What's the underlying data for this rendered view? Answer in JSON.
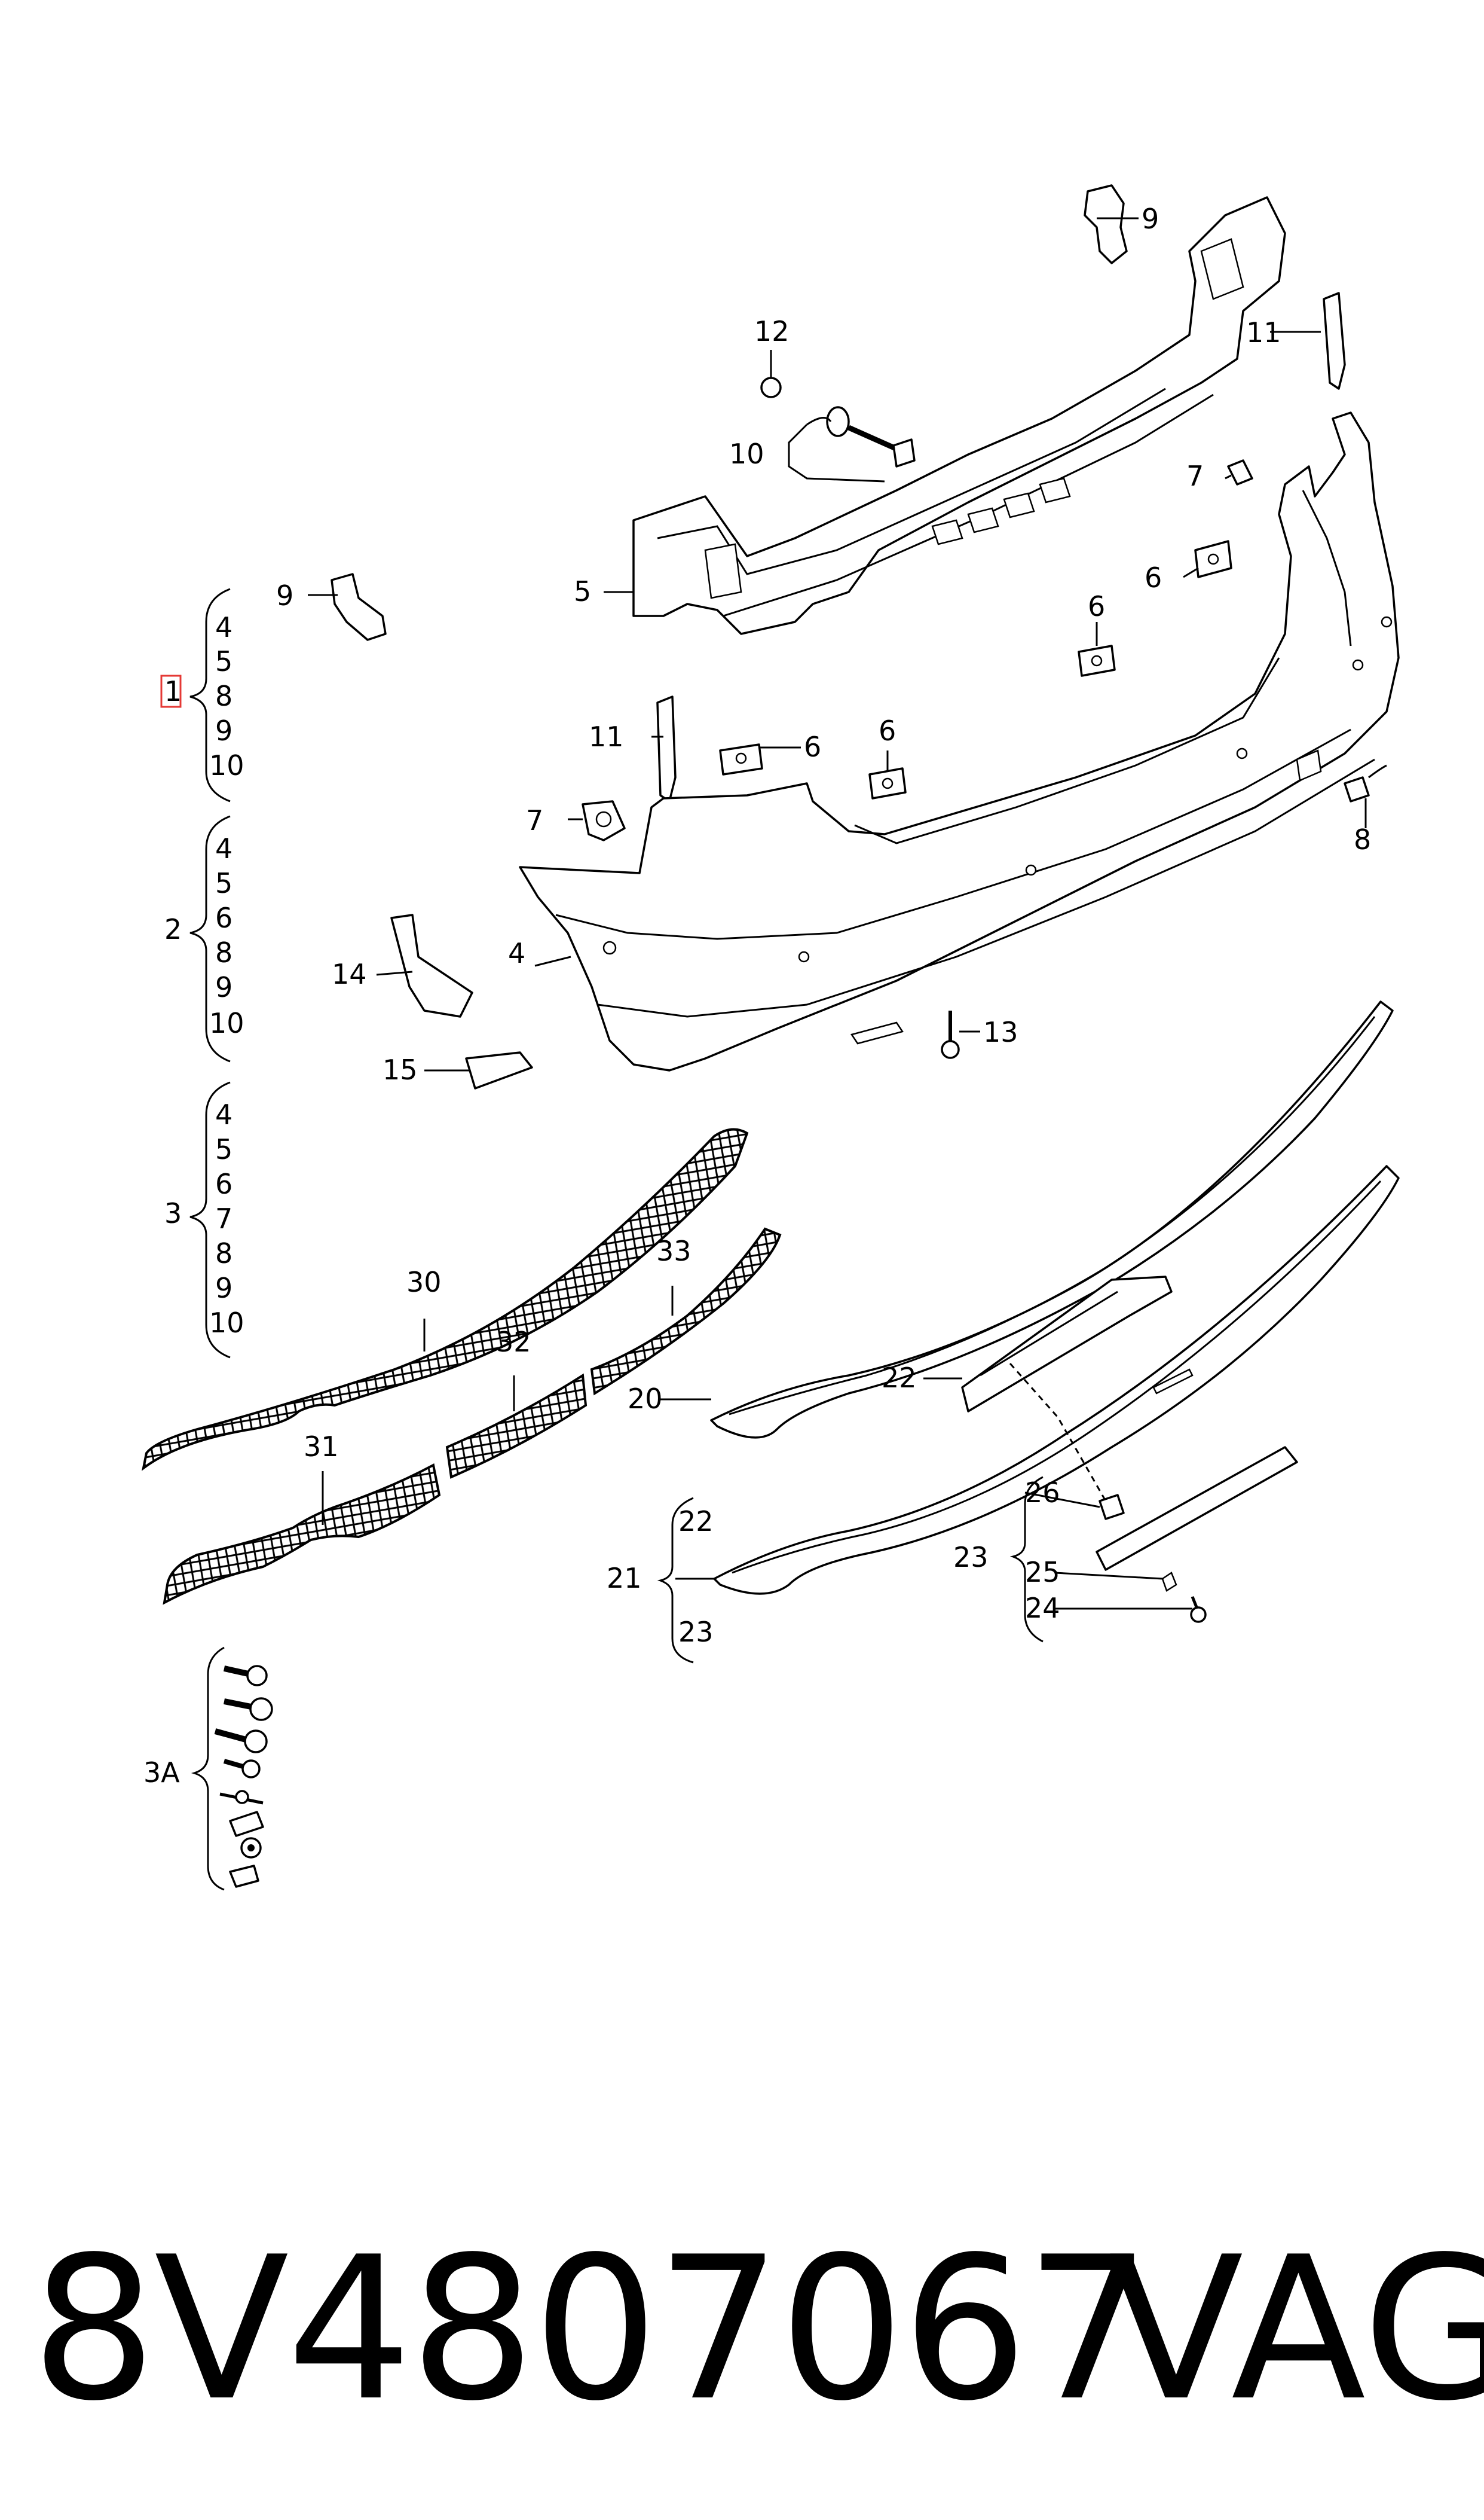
{
  "part_number": "8V4807067",
  "brand": "VAG",
  "highlight_color": "#e53935",
  "callouts": {
    "c1": "1",
    "c2": "2",
    "c3": "3",
    "c3a": "3A",
    "c4": "4",
    "c5": "5",
    "c6a": "6",
    "c6b": "6",
    "c6c": "6",
    "c6d": "6",
    "c7a": "7",
    "c7b": "7",
    "c8": "8",
    "c9a": "9",
    "c9b": "9",
    "c10": "10",
    "c11a": "11",
    "c11b": "11",
    "c12": "12",
    "c13": "13",
    "c14": "14",
    "c15": "15",
    "c20": "20",
    "c21": "21",
    "c22a": "22",
    "c22b": "22",
    "c23a": "23",
    "c23b": "23",
    "c24": "24",
    "c25": "25",
    "c26": "26",
    "c30": "30",
    "c31": "31",
    "c32": "32",
    "c33": "33"
  },
  "groups": {
    "g1": [
      "4",
      "5",
      "8",
      "9",
      "10"
    ],
    "g2": [
      "4",
      "5",
      "6",
      "8",
      "9",
      "10"
    ],
    "g3": [
      "4",
      "5",
      "6",
      "7",
      "8",
      "9",
      "10"
    ]
  },
  "icons": [
    "bumper-cover",
    "impact-bracket",
    "mesh-grille",
    "diffuser-trim",
    "fastener-kit"
  ]
}
